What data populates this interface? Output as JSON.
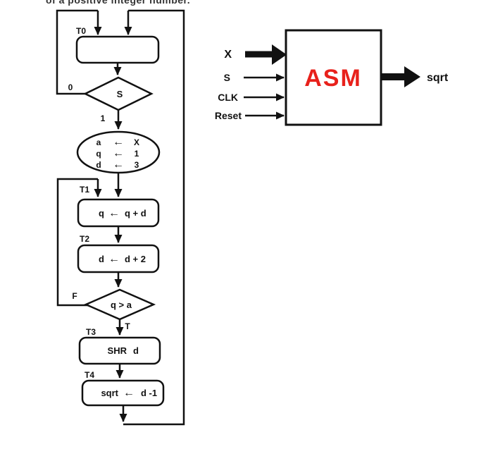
{
  "title": {
    "text": "of a positive integer number."
  },
  "flowchart": {
    "arrow": "←",
    "state_labels": {
      "t0": "T0",
      "t1": "T1",
      "t2": "T2",
      "t3": "T3",
      "t4": "T4"
    },
    "branch_labels": {
      "s_false": "0",
      "s_true": "1",
      "qa_false": "F",
      "qa_true": "T"
    },
    "decisions": {
      "s": "S",
      "qa": "q > a"
    },
    "init_rows": [
      {
        "dest": "a",
        "src": "X"
      },
      {
        "dest": "q",
        "src": "1"
      },
      {
        "dest": "d",
        "src": "3"
      }
    ],
    "t1": {
      "dest": "q",
      "expr": "q + d"
    },
    "t2": {
      "dest": "d",
      "expr": "d + 2"
    },
    "t3": {
      "op": "SHR",
      "operand": "d"
    },
    "t4": {
      "dest": "sqrt",
      "expr": "d -1"
    }
  },
  "block": {
    "module": "ASM",
    "module_color": "#e8211b",
    "inputs": [
      {
        "label": "X"
      },
      {
        "label": "S"
      },
      {
        "label": "CLK"
      },
      {
        "label": "Reset"
      }
    ],
    "output": {
      "label": "sqrt"
    }
  },
  "colors": {
    "line": "#111111",
    "background": "#ffffff"
  }
}
